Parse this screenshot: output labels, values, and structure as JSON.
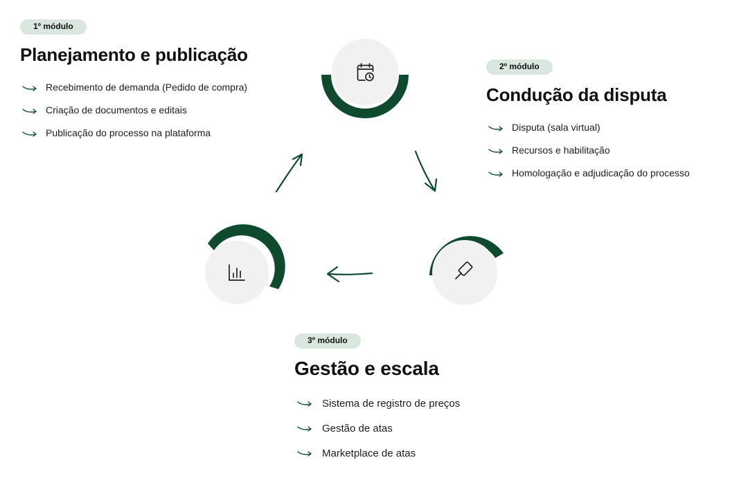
{
  "modules": [
    {
      "badge": "1º módulo",
      "title": "Planejamento e publicação",
      "icon": "calendar-clock-icon",
      "items": [
        "Recebimento de demanda (Pedido de compra)",
        "Criação de documentos e editais",
        "Publicação do processo na plataforma"
      ]
    },
    {
      "badge": "2º módulo",
      "title": "Condução da disputa",
      "icon": "gavel-icon",
      "items": [
        "Disputa (sala virtual)",
        "Recursos e habilitação",
        "Homologação e adjudicação do processo"
      ]
    },
    {
      "badge": "3º módulo",
      "title": "Gestão e escala",
      "icon": "bar-chart-icon",
      "items": [
        "Sistema de registro de preços",
        "Gestão de atas",
        "Marketplace de atas"
      ]
    }
  ],
  "colors": {
    "accent": "#0f4a2f",
    "badge_bg": "#d9e7df",
    "circle_bg": "#f1f1f1",
    "icon": "#1f1f1f"
  }
}
